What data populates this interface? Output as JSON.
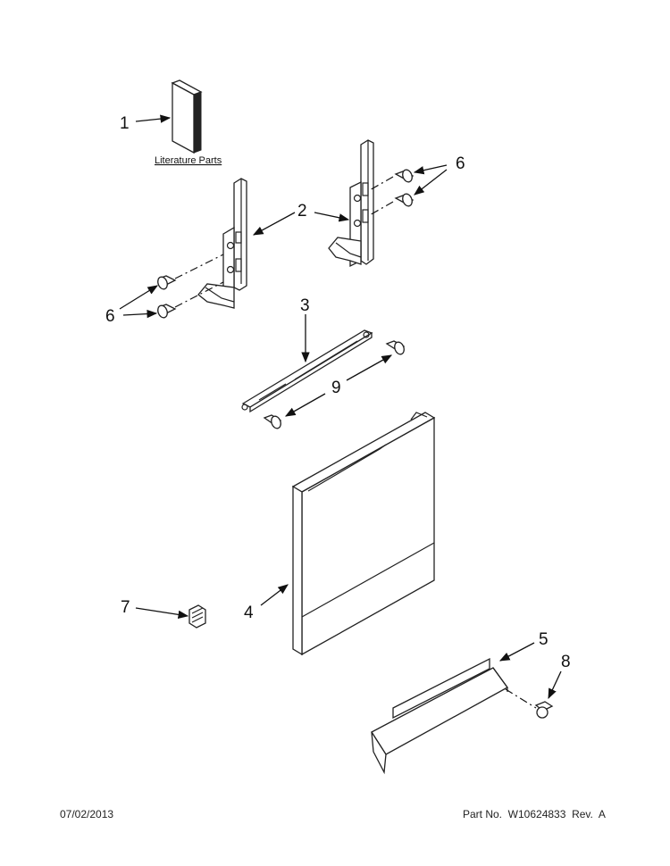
{
  "callouts": [
    "1",
    "2",
    "3",
    "4",
    "5",
    "6",
    "6",
    "7",
    "8",
    "9"
  ],
  "literature_label": "Literature Parts",
  "footer": {
    "date": "07/02/2013",
    "part_text": "Part No.  W10624833  Rev.  A"
  }
}
